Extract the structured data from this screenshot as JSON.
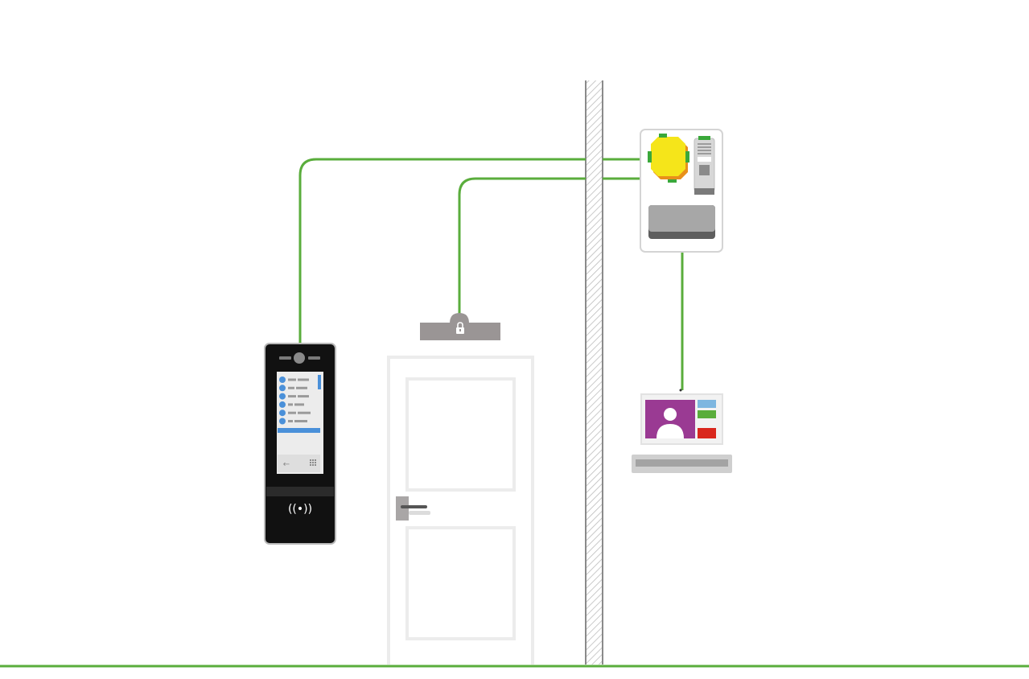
{
  "diagram": {
    "components": [
      {
        "id": "door-intercom",
        "icon": "intercom-panel-icon",
        "nfc_glyph": "((•))"
      },
      {
        "id": "door",
        "icon": "door-icon"
      },
      {
        "id": "electric-lock",
        "icon": "padlock-icon"
      },
      {
        "id": "wall",
        "icon": "wall-icon"
      },
      {
        "id": "control-unit",
        "icon": "switch-relay-icon"
      },
      {
        "id": "indoor-monitor",
        "icon": "video-monitor-icon"
      }
    ],
    "connections": [
      {
        "from": "door-intercom",
        "to": "control-unit"
      },
      {
        "from": "electric-lock",
        "to": "control-unit"
      },
      {
        "from": "control-unit",
        "to": "indoor-monitor"
      }
    ]
  },
  "colors": {
    "wire": "#5aad3c",
    "device_black": "#111111",
    "lock_gray": "#999494",
    "yellow_module": "#f5e51a",
    "monitor_purple": "#9a3a93",
    "tile_blue": "#7db6e0",
    "tile_green": "#59ad3b",
    "tile_red": "#d9271d",
    "contact_blue": "#4a90d9"
  }
}
